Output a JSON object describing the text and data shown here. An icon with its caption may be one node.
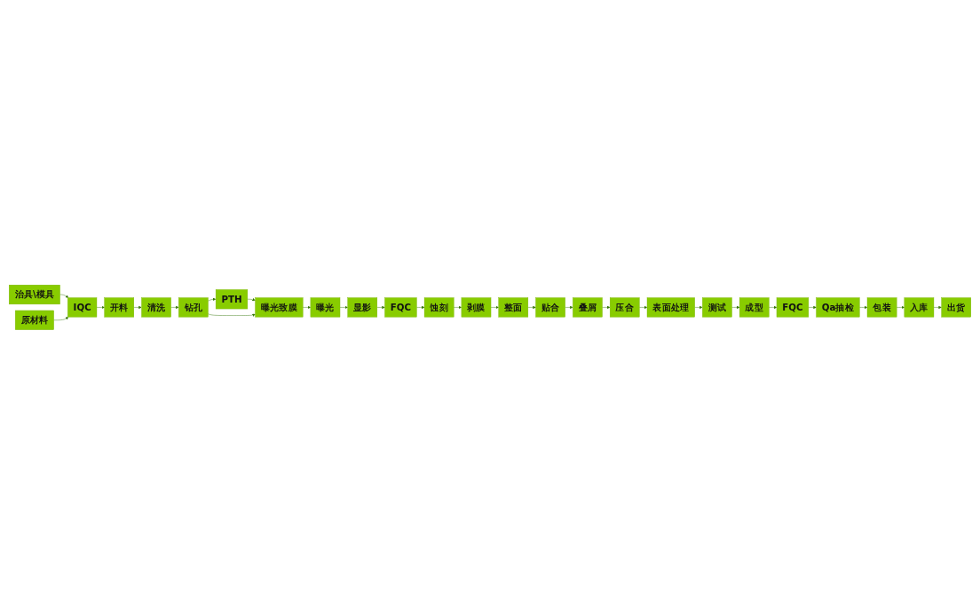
{
  "diagram": {
    "nodes": [
      {
        "text": [
          "治具\\模具"
        ]
      },
      {
        "text": [
          "原材料"
        ]
      },
      {
        "text": [
          "IQC"
        ]
      },
      {
        "text": [
          "开料"
        ]
      },
      {
        "text": [
          "清洗"
        ]
      },
      {
        "text": [
          "钻孔"
        ]
      },
      {
        "text": [
          "PTH"
        ]
      },
      {
        "text": [
          "曝光致膜"
        ]
      },
      {
        "text": [
          "曝光"
        ]
      },
      {
        "text": [
          "显影"
        ]
      },
      {
        "text": [
          "FQC"
        ]
      },
      {
        "text": [
          "蚀刻"
        ]
      },
      {
        "text": [
          "剥膜"
        ]
      },
      {
        "text": [
          "整面"
        ]
      },
      {
        "text": [
          "贴合"
        ]
      },
      {
        "text": [
          "叠屑"
        ]
      },
      {
        "text": [
          "压合"
        ]
      },
      {
        "text": [
          "表面处理"
        ]
      },
      {
        "text": [
          "测试"
        ]
      },
      {
        "text": [
          "成型"
        ]
      },
      {
        "text": [
          "FQC"
        ]
      },
      {
        "text": [
          "Qa抽检"
        ]
      },
      {
        "text": [
          "包装"
        ]
      },
      {
        "text": [
          "入库"
        ]
      },
      {
        "text": [
          "出货"
        ]
      }
    ],
    "edges": [
      {
        "from": 0,
        "to": 2,
        "arrow": "to"
      },
      {
        "from": 1,
        "to": 2,
        "arrow": "to"
      },
      {
        "from": 2,
        "to": 3,
        "arrow": "to"
      },
      {
        "from": 3,
        "to": 4,
        "arrow": "to"
      },
      {
        "from": 4,
        "to": 5,
        "arrow": "to"
      },
      {
        "from": 5,
        "to": 6,
        "arrow": "to"
      },
      {
        "from": 6,
        "to": 7,
        "arrow": "to"
      },
      {
        "from": 5,
        "to": 7,
        "arrow": "to"
      },
      {
        "from": 7,
        "to": 8,
        "arrow": "to"
      },
      {
        "from": 8,
        "to": 9,
        "arrow": "to"
      },
      {
        "from": 9,
        "to": 10,
        "arrow": "to"
      },
      {
        "from": 10,
        "to": 11,
        "arrow": "to"
      },
      {
        "from": 11,
        "to": 12,
        "arrow": "to"
      },
      {
        "from": 12,
        "to": 13,
        "arrow": "to"
      },
      {
        "from": 13,
        "to": 14,
        "arrow": "to"
      },
      {
        "from": 14,
        "to": 15,
        "arrow": "to"
      },
      {
        "from": 15,
        "to": 16,
        "arrow": "to"
      },
      {
        "from": 16,
        "to": 17,
        "arrow": "to"
      },
      {
        "from": 17,
        "to": 18,
        "arrow": "to"
      },
      {
        "from": 18,
        "to": 19,
        "arrow": "to"
      },
      {
        "from": 19,
        "to": 20,
        "arrow": "to"
      },
      {
        "from": 20,
        "to": 21,
        "arrow": "to"
      },
      {
        "from": 21,
        "to": 22,
        "arrow": "to"
      },
      {
        "from": 22,
        "to": 23,
        "arrow": "to"
      },
      {
        "from": 23,
        "to": 24,
        "arrow": "to"
      }
    ]
  }
}
